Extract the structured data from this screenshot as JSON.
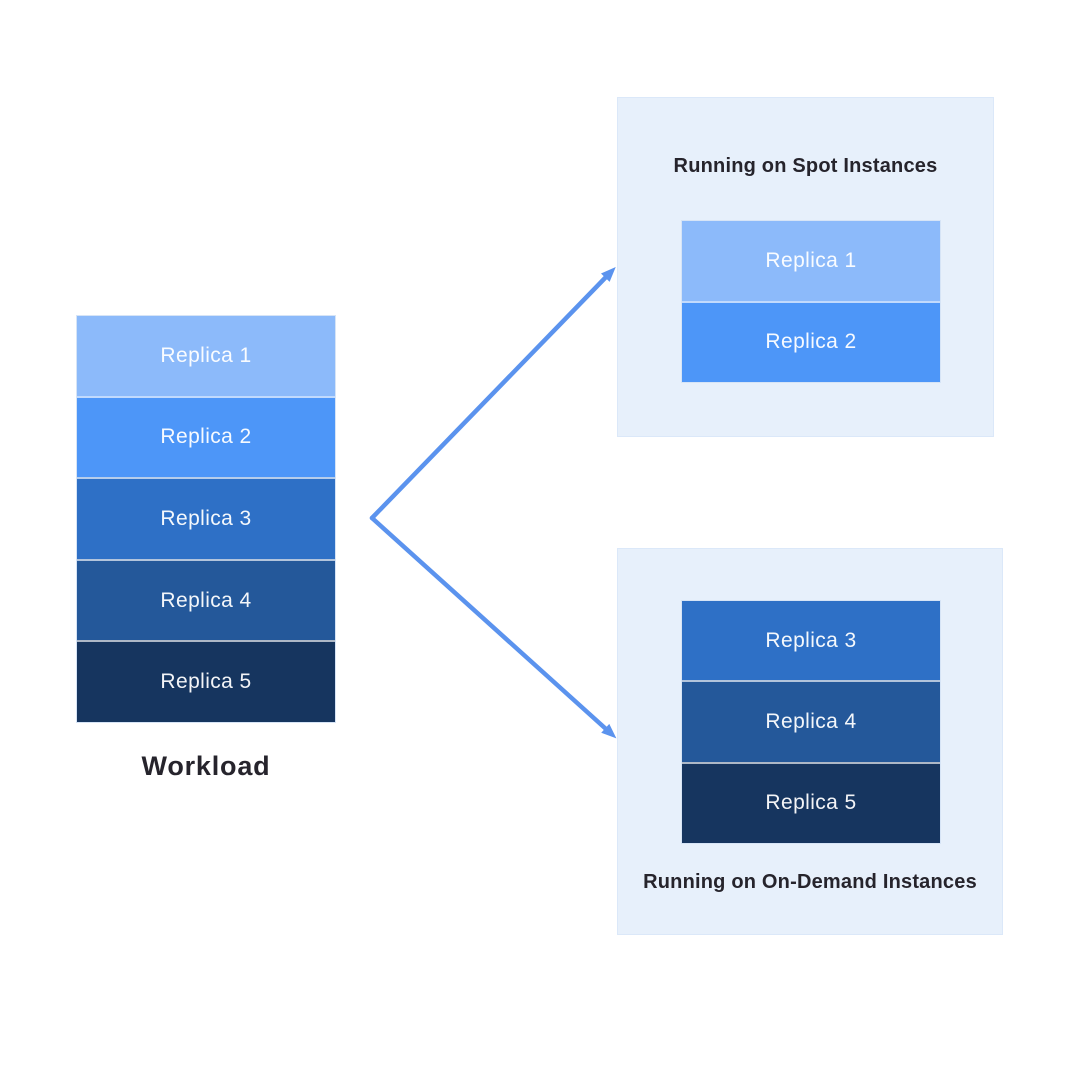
{
  "workload": {
    "label": "Workload",
    "replicas": [
      {
        "label": "Replica 1",
        "color": "#8CBAFA"
      },
      {
        "label": "Replica 2",
        "color": "#4D96F8"
      },
      {
        "label": "Replica 3",
        "color": "#2E70C6"
      },
      {
        "label": "Replica 4",
        "color": "#24589A"
      },
      {
        "label": "Replica 5",
        "color": "#16355F"
      }
    ]
  },
  "spot_panel": {
    "title": "Running on Spot Instances",
    "replicas": [
      {
        "label": "Replica 1",
        "color": "#8CBAFA"
      },
      {
        "label": "Replica 2",
        "color": "#4D96F8"
      }
    ]
  },
  "ondemand_panel": {
    "title": "Running on On-Demand Instances",
    "replicas": [
      {
        "label": "Replica 3",
        "color": "#2E70C6"
      },
      {
        "label": "Replica 4",
        "color": "#24589A"
      },
      {
        "label": "Replica 5",
        "color": "#16355F"
      }
    ]
  },
  "colors": {
    "panel_bg": "#E7F0FB",
    "arrow": "#5B93EE",
    "title_text": "#26242C",
    "canvas_bg": "#FFFFFF"
  }
}
